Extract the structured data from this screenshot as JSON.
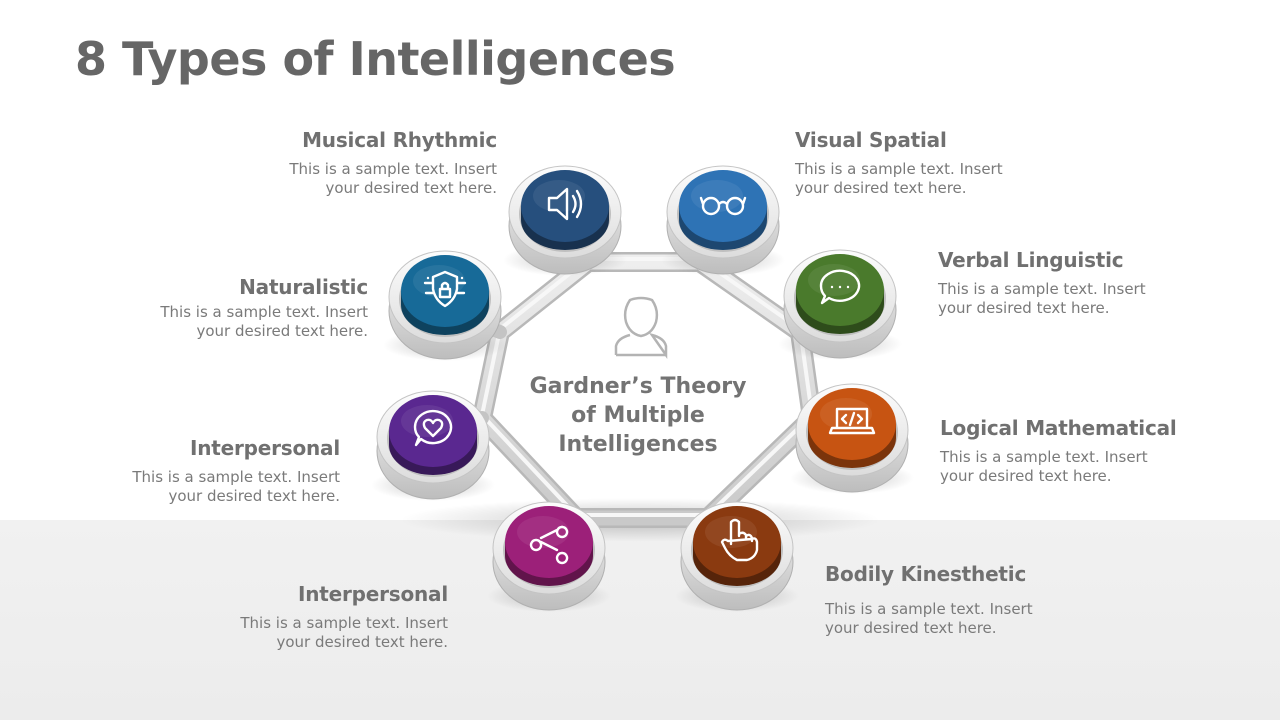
{
  "slide": {
    "title": "8 Types of Intelligences"
  },
  "center": {
    "lines": [
      "Gardner’s Theory",
      "of Multiple",
      "Intelligences"
    ],
    "icon": "person-icon"
  },
  "nodes": [
    {
      "title": "Musical Rhythmic",
      "desc": [
        "This is a sample text. Insert",
        "your desired text here."
      ],
      "icon": "speaker-icon",
      "color": "#264f7d"
    },
    {
      "title": "Visual Spatial",
      "desc": [
        "This is a sample text. Insert",
        "your desired text here."
      ],
      "icon": "glasses-icon",
      "color": "#2e73b5"
    },
    {
      "title": "Verbal Linguistic",
      "desc": [
        "This is a sample text. Insert",
        "your desired text here."
      ],
      "icon": "chat-bubble-icon",
      "color": "#4a7a2c"
    },
    {
      "title": "Logical Mathematical",
      "desc": [
        "This is a sample text. Insert",
        "your desired text here."
      ],
      "icon": "laptop-code-icon",
      "color": "#c75412"
    },
    {
      "title": "Bodily Kinesthetic",
      "desc": [
        "This is a sample text. Insert",
        "your desired text here."
      ],
      "icon": "hand-pointer-icon",
      "color": "#8a3a10"
    },
    {
      "title": "Interpersonal",
      "desc": [
        "This is a sample text. Insert",
        "your desired text here."
      ],
      "icon": "share-icon",
      "color": "#9c2079"
    },
    {
      "title": "Interpersonal",
      "desc": [
        "This is a sample text. Insert",
        "your desired text here."
      ],
      "icon": "heart-chat-icon",
      "color": "#5a2890"
    },
    {
      "title": "Naturalistic",
      "desc": [
        "This is a sample text. Insert",
        "your desired text here."
      ],
      "icon": "shield-lock-icon",
      "color": "#176a98"
    }
  ]
}
